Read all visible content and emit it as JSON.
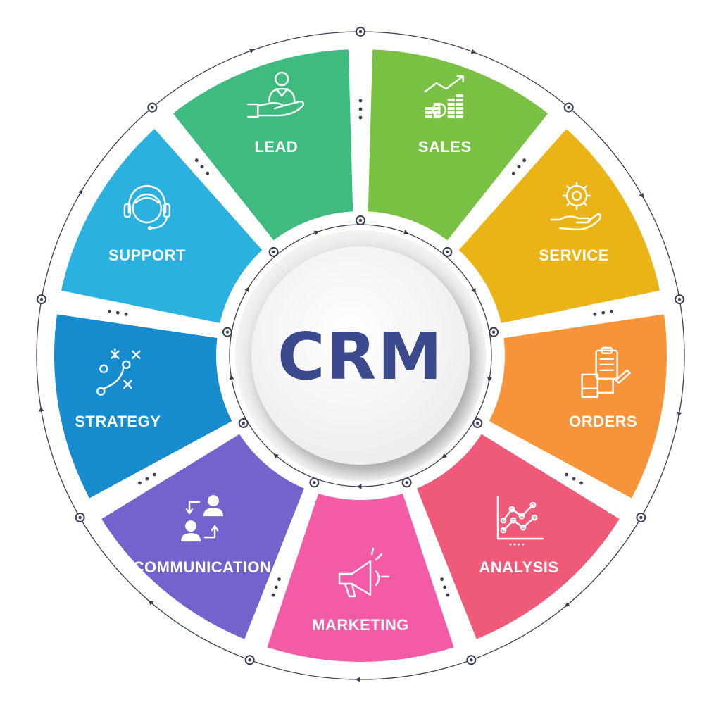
{
  "center": {
    "label": "CRM",
    "color": "#3b4a8c"
  },
  "segments": [
    {
      "key": "sales",
      "label": "SALES",
      "color": "#79c142",
      "icon": "money-growth-icon"
    },
    {
      "key": "service",
      "label": "SERVICE",
      "color": "#eab316",
      "icon": "gear-hand-icon"
    },
    {
      "key": "orders",
      "label": "ORDERS",
      "color": "#f7943a",
      "icon": "clipboard-boxes-icon"
    },
    {
      "key": "analysis",
      "label": "ANALYSIS",
      "color": "#ee5a78",
      "icon": "line-chart-icon"
    },
    {
      "key": "marketing",
      "label": "MARKETING",
      "color": "#f35ba6",
      "icon": "megaphone-icon"
    },
    {
      "key": "communication",
      "label": "COMMUNICATION",
      "color": "#7363cc",
      "icon": "people-exchange-icon"
    },
    {
      "key": "strategy",
      "label": "STRATEGY",
      "color": "#168bce",
      "icon": "strategy-play-icon"
    },
    {
      "key": "support",
      "label": "SUPPORT",
      "color": "#2bb1df",
      "icon": "headset-agent-icon"
    },
    {
      "key": "lead",
      "label": "LEAD",
      "color": "#3fbb7f",
      "icon": "hand-person-icon"
    }
  ]
}
